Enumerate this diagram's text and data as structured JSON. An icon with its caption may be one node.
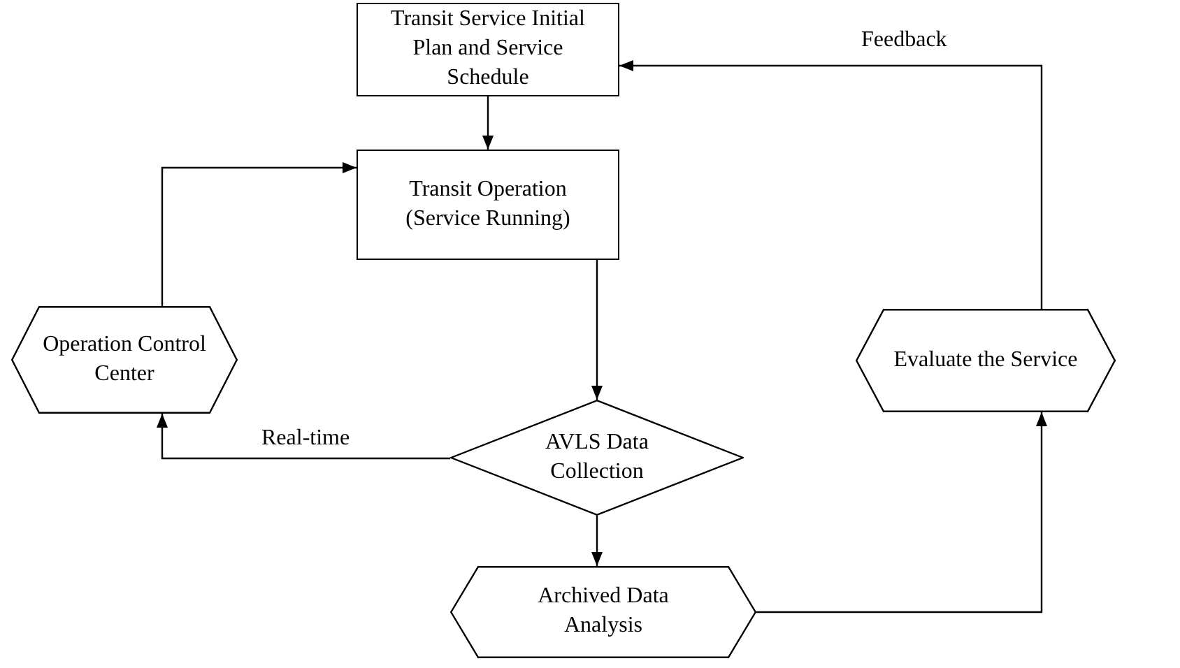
{
  "diagram": {
    "nodes": [
      {
        "text": [
          "Transit Service Initial Plan and Service Schedule"
        ]
      },
      {
        "text": [
          "Transit Operation (Service Running)"
        ]
      },
      {
        "text": [
          "Operation Control Center"
        ]
      },
      {
        "text": [
          "Evaluate the Service"
        ]
      },
      {
        "text": [
          "AVLS Data Collection"
        ]
      },
      {
        "text": [
          "Archived Data Analysis"
        ]
      }
    ],
    "edges": [
      {
        "from": 0,
        "to": 1,
        "arrow": "to"
      },
      {
        "from": 2,
        "to": 1,
        "arrow": "to"
      },
      {
        "from": 1,
        "to": 4,
        "arrow": "to"
      },
      {
        "from": 4,
        "to": 2,
        "arrow": "to",
        "label": "Real-time"
      },
      {
        "from": 4,
        "to": 5,
        "arrow": "to"
      },
      {
        "from": 5,
        "to": 3,
        "arrow": "to"
      },
      {
        "from": 3,
        "to": 0,
        "arrow": "to",
        "label": "Feedback"
      }
    ]
  }
}
